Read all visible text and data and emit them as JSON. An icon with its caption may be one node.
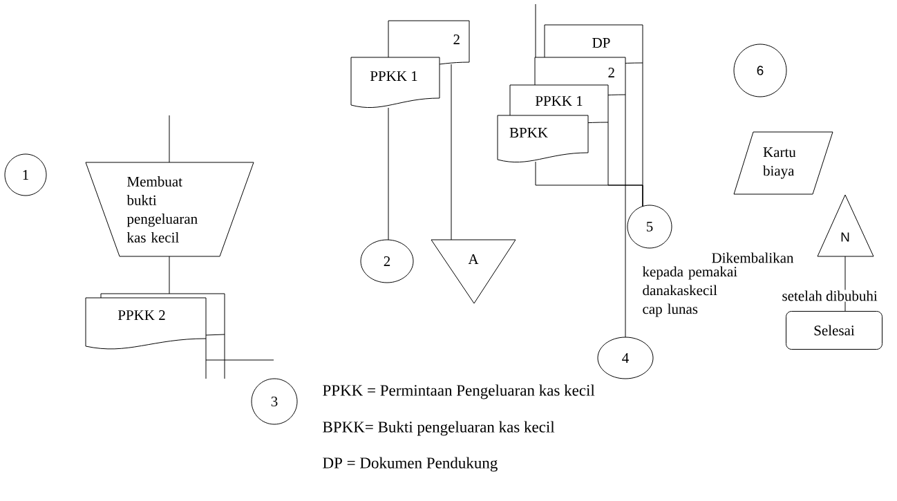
{
  "diagram": {
    "nodes": [
      {
        "text": [
          "1"
        ]
      },
      {
        "text": [
          "Membuat bukti pengeluaran kas kecil"
        ]
      },
      {
        "text": [
          "PPKK 2"
        ]
      },
      {
        "text": [
          "3"
        ]
      },
      {
        "text": [
          "2"
        ]
      },
      {
        "text": [
          "PPKK 1"
        ]
      },
      {
        "text": [
          "2"
        ]
      },
      {
        "text": [
          "A"
        ]
      },
      {
        "text": [
          "DP"
        ]
      },
      {
        "text": [
          "2"
        ]
      },
      {
        "text": [
          "PPKK 1"
        ]
      },
      {
        "text": [
          "BPKK"
        ]
      },
      {
        "text": [
          "5"
        ]
      },
      {
        "text": [
          "4"
        ]
      },
      {
        "text": [
          "6"
        ]
      },
      {
        "text": [
          "Kartu biaya"
        ]
      },
      {
        "text": [
          "N"
        ]
      },
      {
        "text": [
          "Selesai"
        ]
      }
    ],
    "edges": [
      {
        "from": null,
        "to": 1,
        "arrow": "none"
      },
      {
        "from": 1,
        "to": 2,
        "arrow": "none"
      },
      {
        "from": 2,
        "to": null,
        "arrow": "none"
      },
      {
        "from": 2,
        "to": null,
        "arrow": "none"
      },
      {
        "from": 5,
        "to": 6,
        "arrow": "none"
      },
      {
        "from": 4,
        "to": 7,
        "arrow": "none"
      },
      {
        "from": null,
        "to": 9,
        "arrow": "none"
      },
      {
        "from": 11,
        "to": 12,
        "arrow": "none"
      },
      {
        "from": 10,
        "to": 12,
        "arrow": "none"
      },
      {
        "from": 8,
        "to": 12,
        "arrow": "none"
      },
      {
        "from": 9,
        "to": 13,
        "arrow": "none"
      },
      {
        "from": 16,
        "to": 17,
        "arrow": "none"
      }
    ],
    "labels": [
      "Dikembalikan",
      "kepada pemakai danakaskecil cap lunas",
      "setelah dibubuhi",
      "PPKK = Permintaan Pengeluaran kas kecil",
      "BPKK= Bukti pengeluaran kas kecil",
      "DP = Dokumen Pendukung"
    ]
  }
}
